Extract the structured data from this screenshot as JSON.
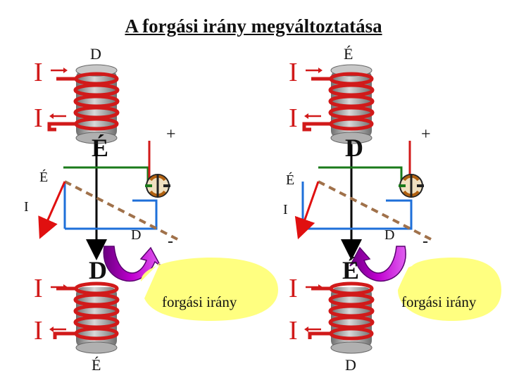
{
  "title": "A forgási irány megváltoztatása",
  "colors": {
    "coil_red": "#d11a1a",
    "core_gray": "#8f8f8f",
    "wire_blue": "#1e6fd9",
    "wire_green": "#1a7a1a",
    "armature_dash": "#a0714a",
    "vector_red": "#e01010",
    "arrow_purple": "#a000b0",
    "callout_yellow": "#ffff80"
  },
  "left": {
    "top_pole": "D",
    "top_current_1": "I",
    "top_current_2": "I",
    "top_core_pole": "É",
    "plus": "+",
    "minus": "-",
    "armature_e": "É",
    "current_i": "I",
    "armature_d": "D",
    "bottom_core_pole": "D",
    "bottom_current_1": "I",
    "bottom_current_2": "I",
    "bottom_pole": "É",
    "callout": "forgási irány"
  },
  "right": {
    "top_pole": "É",
    "top_current_1": "I",
    "top_current_2": "I",
    "top_core_pole": "D",
    "plus": "+",
    "minus": "-",
    "armature_e": "É",
    "current_i": "I",
    "armature_d": "D",
    "bottom_core_pole": "É",
    "bottom_current_1": "I",
    "bottom_current_2": "I",
    "bottom_pole": "D",
    "callout": "forgási irány"
  }
}
